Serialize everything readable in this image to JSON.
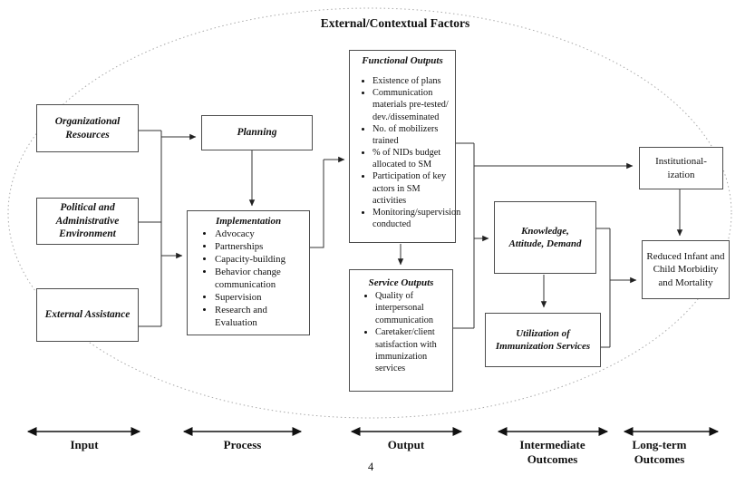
{
  "page": {
    "title": "External/Contextual Factors",
    "page_number": "4"
  },
  "boxes": {
    "organizational_resources": {
      "label": "Organizational Resources"
    },
    "political_administrative": {
      "label": "Political and Administrative Environment"
    },
    "external_assistance": {
      "label": "External Assistance"
    },
    "planning": {
      "label": "Planning"
    },
    "implementation": {
      "title": "Implementation",
      "bullets": [
        "Advocacy",
        "Partnerships",
        "Capacity-building",
        "Behavior change communication",
        "Supervision",
        "Research and Evaluation"
      ]
    },
    "functional_outputs": {
      "title": "Functional Outputs",
      "bullets": [
        "Existence of plans",
        "Communication materials pre-tested/ dev./disseminated",
        "No. of mobilizers trained",
        "% of NIDs budget allocated to SM",
        "Participation of key actors in SM activities",
        "Monitoring/supervision conducted"
      ]
    },
    "service_outputs": {
      "title": "Service Outputs",
      "bullets": [
        "Quality of interpersonal communication",
        "Caretaker/client satisfaction with immunization services"
      ]
    },
    "knowledge_attitude_demand": {
      "label": "Knowledge, Attitude, Demand"
    },
    "utilization": {
      "label": "Utilization of Immunization Services"
    },
    "institutionalization": {
      "label": "Institutional-ization"
    },
    "reduced_mortality": {
      "label": "Reduced Infant and Child Morbidity and Mortality"
    }
  },
  "stages": [
    {
      "label": "Input"
    },
    {
      "label": "Process"
    },
    {
      "label": "Output"
    },
    {
      "label": "Intermediate Outcomes"
    },
    {
      "label": "Long-term Outcomes"
    }
  ],
  "colors": {
    "box_border": "#4d4d4d",
    "connector": "#333333",
    "stage_arrow": "#111111",
    "ellipse": "#aaaaaa"
  }
}
